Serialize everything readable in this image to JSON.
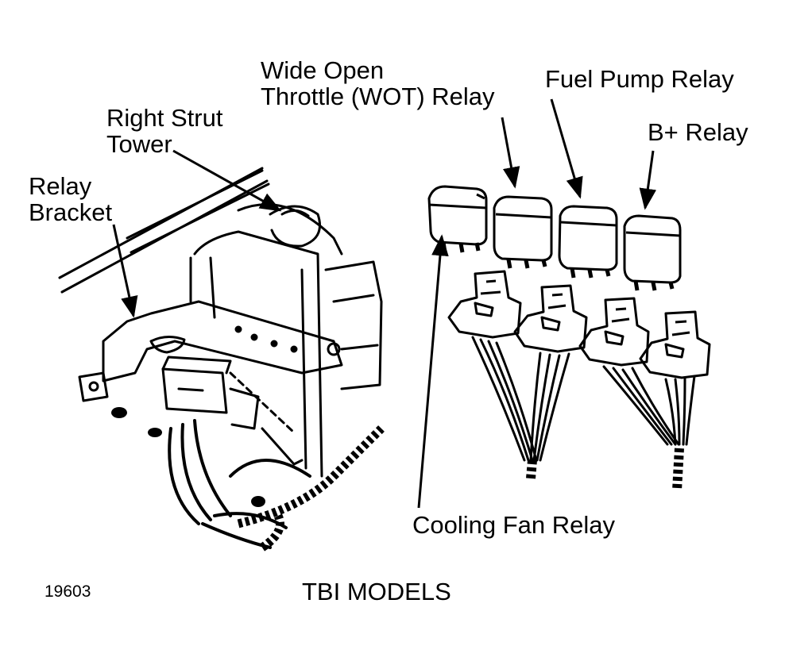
{
  "labels": {
    "wot_line1": "Wide Open",
    "wot_line2": "Throttle (WOT) Relay",
    "fuel_pump": "Fuel Pump Relay",
    "right_strut_line1": "Right Strut",
    "right_strut_line2": "Tower",
    "b_plus": "B+ Relay",
    "relay_bracket_line1": "Relay",
    "relay_bracket_line2": "Bracket",
    "cooling_fan": "Cooling Fan Relay",
    "figure_number": "19603",
    "caption": "TBI MODELS"
  },
  "colors": {
    "ink": "#000000",
    "paper": "#ffffff"
  }
}
